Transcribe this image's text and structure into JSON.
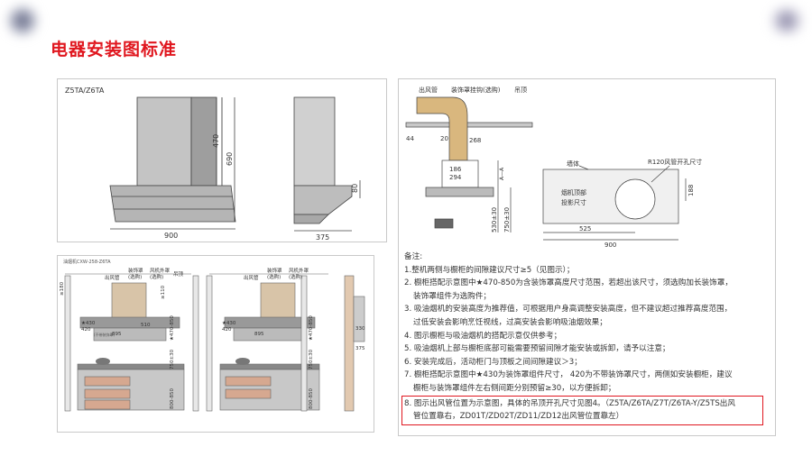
{
  "page_title": "电器安装图标准",
  "colors": {
    "title_red": "#e0171f",
    "drawing_line": "#444444",
    "panel_border": "#c9c9c9"
  },
  "fig_top_left": {
    "model_label": "Z5TA/Z6TA",
    "dim_470": "470",
    "dim_690": "690",
    "dim_900": "900",
    "dim_80": "80",
    "dim_375": "375"
  },
  "fig_bottom_left": {
    "caption": "油烟机CXW-258-Z6TA",
    "labels": {
      "outlet_pipe": "出风管",
      "cover_line1": "装饰罩",
      "cover_line2": "(选购)",
      "hood_line1": "风机外罩",
      "hood_line2": "(选购)",
      "ceiling": "吊顶"
    },
    "dims": {
      "d180": "≥180",
      "d110": "≥110",
      "d430": "★430",
      "d420": "420",
      "d420_note": "(不带装饰罩)",
      "d510": "510",
      "d895": "895",
      "d470_850": "★470-850",
      "d750": "750±30",
      "d800_850": "800-850",
      "d330": "330",
      "d375": "375"
    }
  },
  "fig_top_right": {
    "labels": {
      "outlet_pipe": "出风管",
      "cover_bracket": "装饰罩挂钩(选购)",
      "ceiling": "吊顶",
      "wall": "墙体",
      "hole": "R120风管开孔尺寸",
      "cab_line1": "烟机顶部",
      "cab_line2": "投影尺寸",
      "section": "A—A"
    },
    "dims": {
      "d44": "44",
      "d20": "20",
      "d268": "268",
      "d186": "186",
      "d294": "294",
      "d530": "530±30",
      "d750": "750±30",
      "d188": "188",
      "d525": "525",
      "d900": "900"
    }
  },
  "notes": {
    "heading": "备注:",
    "items": [
      "1.整机两侧与橱柜的间隙建议尺寸≥5（见图示）；",
      "2. 橱柜搭配示意图中★470-850为含装饰罩高度尺寸范围，若超出该尺寸，须选购加长装饰罩，",
      "装饰罩组件为选购件；",
      "3. 吸油烟机的安装高度为推荐值，可根据用户身高调整安装高度，但不建议超过推荐高度范围，",
      "过低安装会影响烹饪视线，过高安装会影响吸油烟效果；",
      "4. 图示橱柜与吸油烟机的搭配示意仅供参考；",
      "5. 吸油烟机上部与橱柜底部可能需要预留间隙才能安装或拆卸，请予以注意；",
      "6. 安装完成后，活动柜门与顶板之间间隙建议＞3；",
      "7. 橱柜搭配示意图中★430为装饰罩组件尺寸，  420为不带装饰罩尺寸，两侧如安装橱柜，建议",
      "橱柜与装饰罩组件左右侧间距分别预留≥30，以方便拆卸；"
    ],
    "highlight_line1": "8. 图示出风管位置为示意图，具体的吊顶开孔尺寸见图4。（Z5TA/Z6TA/Z7T/Z6TA-Y/Z5TS出风",
    "highlight_line2": "管位置靠右，ZD01T/ZD02T/ZD11/ZD12出风管位置靠左）"
  }
}
